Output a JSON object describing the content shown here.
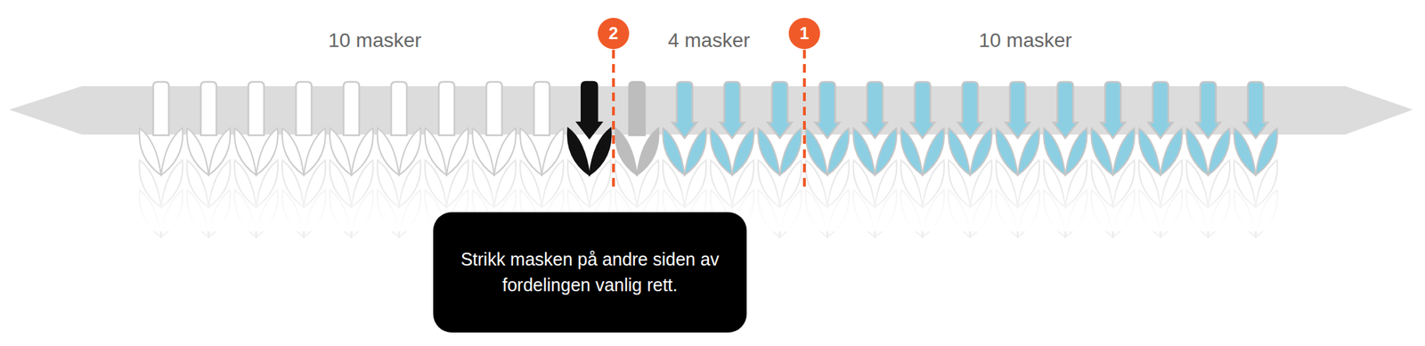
{
  "diagram": {
    "nodes": [
      {
        "text": [
          "Strikk masken på andre siden av fordelingen vanlig rett."
        ]
      }
    ],
    "labels": [
      "10 masker",
      "2",
      "4 masker",
      "1",
      "10 masker"
    ]
  }
}
